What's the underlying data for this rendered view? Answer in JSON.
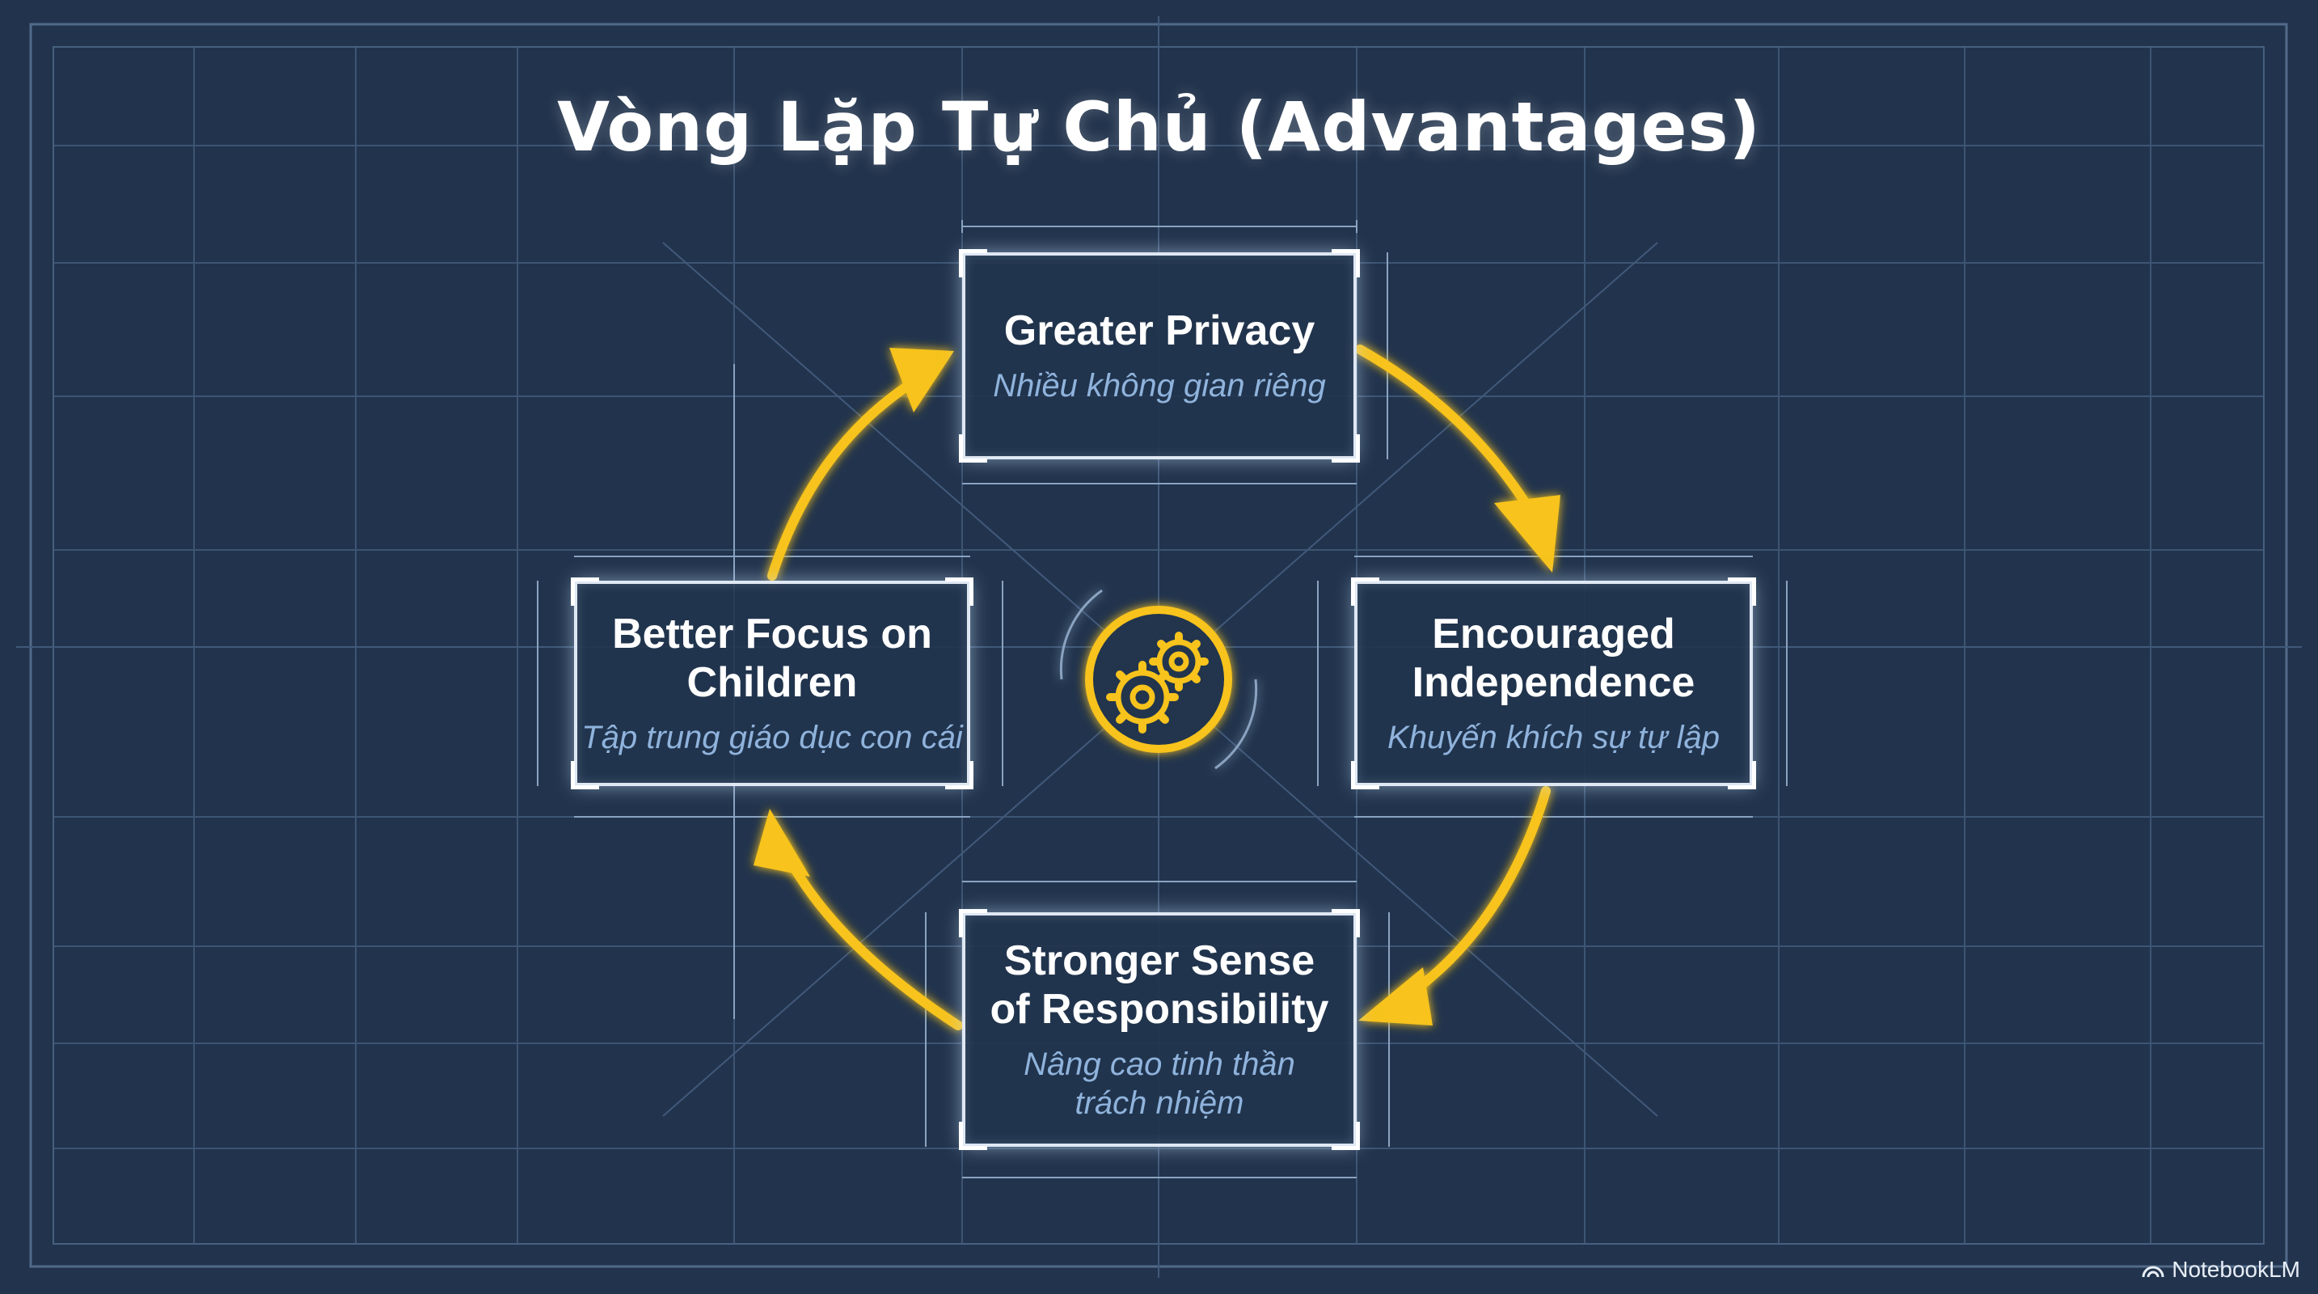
{
  "title": "Vòng Lặp Tự Chủ (Advantages)",
  "nodes": {
    "top": {
      "title": "Greater Privacy",
      "subtitle": "Nhiều không gian riêng"
    },
    "right": {
      "title_lines": [
        "Encouraged",
        "Independence"
      ],
      "subtitle": "Khuyến khích sự tự lập"
    },
    "bottom": {
      "title_lines": [
        "Stronger Sense",
        "of Responsibility"
      ],
      "subtitle_lines": [
        "Nâng cao tinh thần",
        "trách nhiệm"
      ]
    },
    "left": {
      "title_lines": [
        "Better Focus on",
        "Children"
      ],
      "subtitle": "Tập trung giáo dục con cái"
    }
  },
  "center": {
    "icon": "gears-icon"
  },
  "watermark": {
    "label": "NotebookLM",
    "icon": "notebooklm-logo-icon"
  },
  "colors": {
    "background": "#22344d",
    "arrow": "#f7c31c",
    "box_border": "#dfe8f3",
    "subtitle": "#8fb3dc",
    "title": "#ffffff"
  }
}
